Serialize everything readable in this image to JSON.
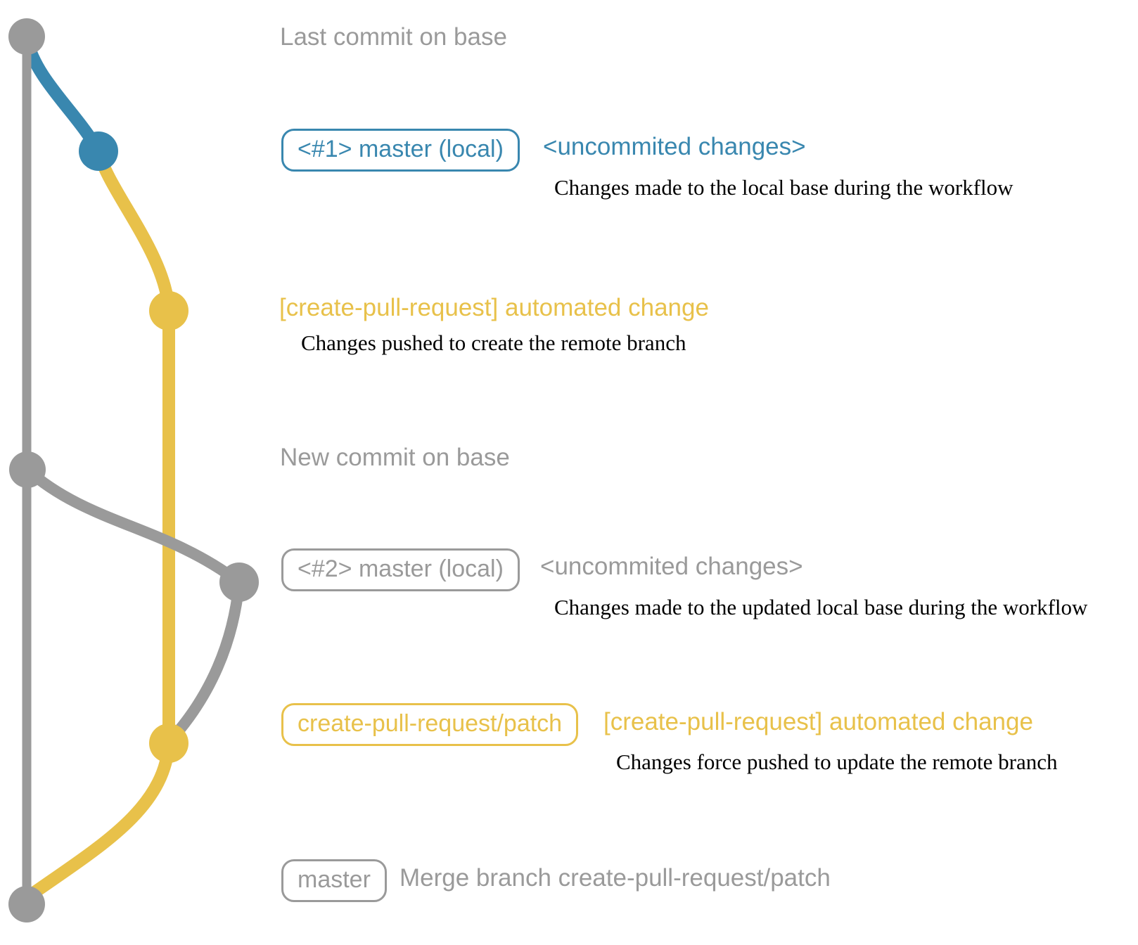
{
  "colors": {
    "gray": "#9a9a9a",
    "blue": "#3987af",
    "yellow": "#e8c14a",
    "description_text": "#000000",
    "background": "#ffffff"
  },
  "rows": {
    "last_commit": {
      "label": "Last commit on base"
    },
    "commit1": {
      "badge": "<#1> master (local)",
      "note": "<uncommited changes>",
      "description": "Changes made to the local base during the workflow"
    },
    "push1": {
      "label": "[create-pull-request] automated change",
      "description": "Changes pushed to create the remote branch"
    },
    "new_commit": {
      "label": "New commit on base"
    },
    "commit2": {
      "badge": "<#2> master (local)",
      "note": "<uncommited changes>",
      "description": "Changes made to the updated local base during the workflow"
    },
    "push2": {
      "badge": "create-pull-request/patch",
      "label": "[create-pull-request] automated change",
      "description": "Changes force pushed to update the remote branch"
    },
    "merge": {
      "badge": "master",
      "label": "Merge branch create-pull-request/patch"
    }
  },
  "graph": {
    "branch_colors": {
      "base": "#9a9a9a",
      "local_uncommitted": "#3987af",
      "create_pull_request_patch": "#e8c14a"
    },
    "nodes": [
      {
        "id": "last-base-commit",
        "color": "#9a9a9a"
      },
      {
        "id": "local-commit-1",
        "color": "#3987af"
      },
      {
        "id": "patch-commit-1",
        "color": "#e8c14a"
      },
      {
        "id": "new-base-commit",
        "color": "#9a9a9a"
      },
      {
        "id": "local-commit-2",
        "color": "#9a9a9a"
      },
      {
        "id": "patch-commit-2",
        "color": "#e8c14a"
      },
      {
        "id": "merge-commit",
        "color": "#9a9a9a"
      }
    ]
  }
}
